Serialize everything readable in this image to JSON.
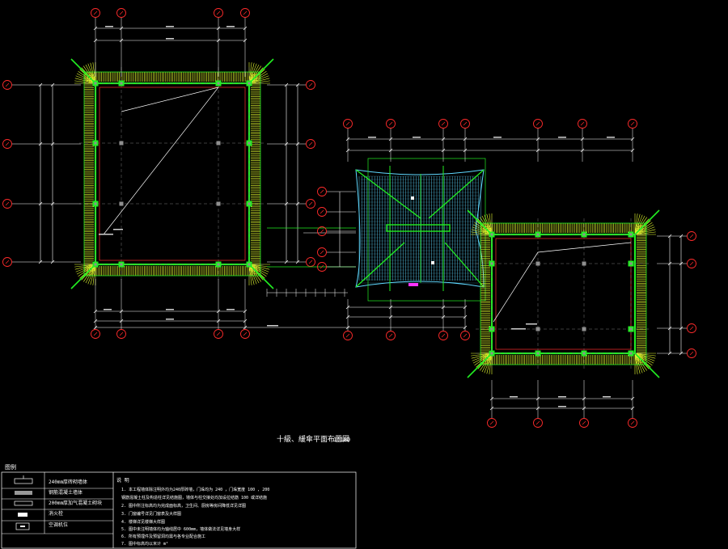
{
  "drawing": {
    "title": "十級、緩傘平面布置図",
    "scale": "1:100",
    "background": "#000000",
    "colors": {
      "axis_bubble": "#ff2b2b",
      "dimension": "#ffffff",
      "wall": "#ff3030",
      "column": "#8f8f8f",
      "node": "#22ee22",
      "eave": "#e8ff30",
      "roof_tile": "#5fd8ff",
      "diagonal": "#ffffff",
      "annotation": "#ff33ff"
    }
  },
  "legend": {
    "header": "图例",
    "items": [
      {
        "icon": "hatched-wall-symbol",
        "label": "240mm厚砖砌墙体"
      },
      {
        "icon": "fill-wall-symbol",
        "label": "钢筋混凝土墙体"
      },
      {
        "icon": "thin-wall-symbol",
        "label": "200mm厚加气混凝土砌块"
      },
      {
        "icon": "fire-hydrant-symbol",
        "label": "消火栓"
      },
      {
        "icon": "outlet-symbol",
        "label": "空调机位"
      }
    ]
  },
  "notes": {
    "header": "说 明",
    "lines": [
      "1. 本工程墙体除注明外均为240厚砖墙，门垛均为  240  ，门垛宽度  100 , 200",
      "   钢筋混凝土柱及构造柱详见结施图，墙体与柱交接处均加设拉结筋    100 或详结施",
      "2. 图中所注标高均为完成面标高，卫生间、厨房等房间降低详见详图",
      "3. 门窗编号详见门窗表及大样图",
      "4. 楼梯详见楼梯大样图",
      "5. 图中未注明墙体均为轴线居中          600mm，墙体做法详见墙身大样",
      "6. 所有预埋件及预留洞均需与各专业配合施工",
      "7. 图中标高均以米计     m²"
    ]
  }
}
